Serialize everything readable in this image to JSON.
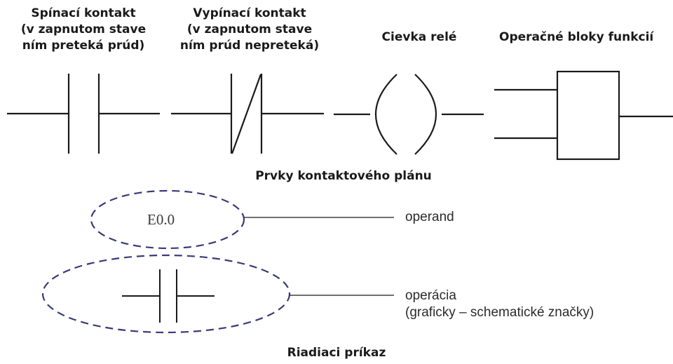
{
  "symbols": {
    "no_contact": {
      "title": [
        "Spínací kontakt",
        "(v zapnutom stave",
        "ním preteká prúd)"
      ]
    },
    "nc_contact": {
      "title": [
        "Vypínací kontakt",
        "(v zapnutom stave",
        "ním prúd nepreteká)"
      ]
    },
    "relay_coil": {
      "title": "Cievka relé"
    },
    "function_block": {
      "title": "Operačné bloky funkcií"
    }
  },
  "section_titles": {
    "elements": "Prvky kontaktového plánu",
    "instruction": "Riadiaci príkaz"
  },
  "instruction_parts": {
    "operand_value": "E0.0",
    "operand_label": "operand",
    "operation_label": [
      "operácia",
      "(graficky – schematické značky)"
    ]
  },
  "colors": {
    "line": "#1a1a1a",
    "dashed_ellipse": "#3a3a7a"
  }
}
